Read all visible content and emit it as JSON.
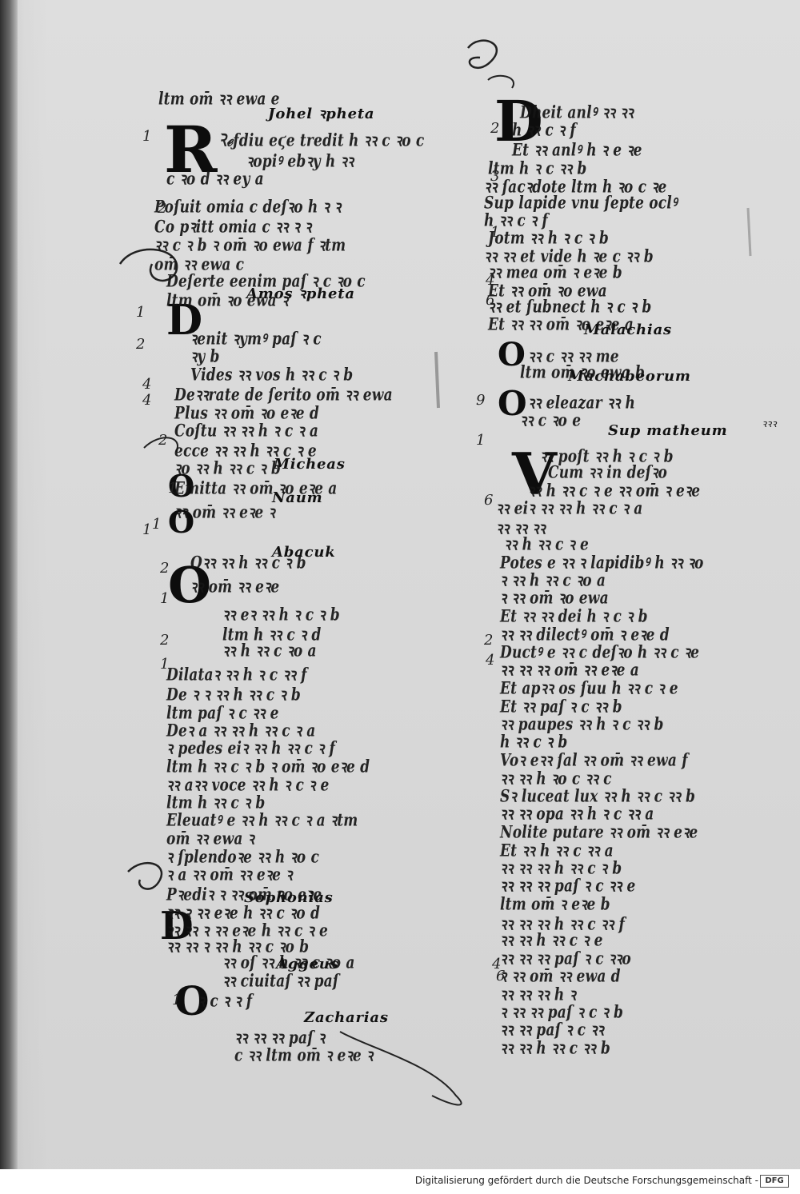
{
  "manuscript": {
    "left_column": {
      "lines": [
        "ltm om̄ ꝛꝛ ewa e",
        "Ꝛℯƒdiu eϛe tredit h ꝛꝛ c ꝛo c",
        "ꝛopiꝰ ebꝛy h ꝛꝛ",
        "c ꝛo d  ꝛꝛ ey a",
        "Poſuit omia c deſꝛo h ꝛ ꝛ",
        "Co pꝛitt omia c ꝛꝛ ꝛ ꝛ",
        "ꝛꝛ c ꝛ b ꝛ om̄ ꝛo ewa f ꝛtm",
        "om̄ ꝛꝛ ewa c",
        "Deſerte eenim paſ ꝛ c ꝛo c",
        "ltm om̄ ꝛo ewa ꝛ",
        "ꝛenit ꝛymꝰ paſ ꝛ c",
        "ꝛy b",
        "Vides ꝛꝛ vos h ꝛꝛ c ꝛ b",
        "Deꝛꝛrate de ſerito om̄ ꝛꝛ ewa",
        "Plus ꝛꝛ om̄ ꝛo eꝛe d",
        "Coſtu ꝛꝛ ꝛꝛ h ꝛ c ꝛ a",
        "ecce ꝛꝛ ꝛꝛ h ꝛꝛ c ꝛ e",
        "ꝛo ꝛꝛ h ꝛꝛ c ꝛ b",
        "Emitta ꝛꝛ om̄ ꝛo eꝛe a",
        "ꝛꝛ om̄ ꝛꝛ eꝛe ꝛ",
        "Oꝛꝛ ꝛꝛ h ꝛꝛ c ꝛ b",
        "ꝛꝛ om̄ ꝛꝛ eꝛe",
        "ꝛꝛ eꝛ ꝛꝛ h ꝛ c ꝛ b",
        "ltm h ꝛꝛ c ꝛ d",
        "ꝛꝛ h ꝛꝛ c ꝛo a",
        "Dilataꝛ ꝛꝛ h ꝛ c ꝛꝛ f",
        "De ꝛ ꝛ ꝛꝛ h ꝛꝛ c ꝛ b",
        "ltm paſ ꝛ c ꝛꝛ e",
        "Deꝛ a ꝛꝛ ꝛꝛ h ꝛꝛ c ꝛ a",
        "ꝛ pedes eiꝛ ꝛꝛ h ꝛꝛ c ꝛ f",
        "ltm h ꝛꝛ c ꝛ b ꝛ om̄ ꝛo eꝛe d",
        "ꝛꝛ aꝛꝛ voce ꝛꝛ h ꝛ c ꝛ e",
        "ltm h ꝛꝛ c ꝛ b",
        "Eleuatꝰ e ꝛꝛ h ꝛꝛ c ꝛ a ꝛtm",
        "om̄ ꝛꝛ ewa ꝛ",
        "ꝛ ſplendoꝛe ꝛꝛ h ꝛo c",
        "ꝛ a ꝛꝛ om̄ ꝛꝛ eꝛe ꝛ",
        "Pꝛediꝛ ꝛ ꝛꝛ om̄ ꝛo eꝛe",
        "ꝛꝛ ꝛ ꝛꝛ eꝛe h ꝛꝛ c ꝛo d",
        "ꝛꝛ ꝛꝛ ꝛ ꝛꝛ eꝛe h ꝛꝛ c ꝛ e",
        "ꝛꝛ ꝛꝛ ꝛ ꝛꝛ h ꝛꝛ c ꝛo b",
        "ꝛꝛ oſ ꝛꝛ h ꝛꝛ c ꝛo a",
        "ꝛꝛ ciuitaſ ꝛꝛ paſ",
        "ꝛ c ꝛ ꝛ f",
        "ꝛꝛ ꝛꝛ ꝛꝛ paſ ꝛ",
        "c ꝛꝛ ltm om̄ ꝛ eꝛe ꝛ"
      ],
      "headings": [
        "Johel ꝛpheta",
        "Amos ꝛpheta",
        "Micheas",
        "Naum",
        "Abacuk",
        "Sophonias",
        "Aggeus",
        "Zacharias"
      ],
      "margin_numbers": [
        "1",
        "2",
        "1",
        "2",
        "4",
        "4",
        "2",
        "1",
        "1",
        "1",
        "2",
        "1",
        "2",
        "1",
        "1"
      ]
    },
    "right_column": {
      "lines": [
        "Dheit anlꝰ ꝛꝛ ꝛꝛ",
        "h ꝛꝛ c ꝛ f",
        "Et ꝛꝛ anlꝰ h ꝛ e ꝛe",
        "ltm h ꝛ c ꝛꝛ b",
        "ꝛꝛ ſacꝛdote ltm h ꝛo c ꝛe",
        "Sup lapide vnu ſepte oclꝰ",
        "h ꝛꝛ c ꝛ f",
        "Jotm ꝛꝛ h ꝛ c ꝛ b",
        "ꝛꝛ ꝛꝛ et vide h ꝛe c ꝛꝛ b",
        "ꝛꝛ mea om̄ ꝛ eꝛe b",
        "Et ꝛꝛ om̄ ꝛo ewa",
        "ꝛꝛ et ſubnect h ꝛ c ꝛ b",
        "Et ꝛꝛ ꝛꝛ om̄ ꝛo eꝛe a",
        "ꝛꝛ c ꝛꝛ ꝛꝛ me",
        "ltm om̄ ꝛo ewa b",
        "ꝛꝛ eleazar ꝛꝛ h",
        "ꝛꝛ c ꝛo e",
        "ꝛꝛ poſt ꝛꝛ h ꝛ c ꝛ b",
        "Cum ꝛꝛ in deſꝛo",
        "ꝛꝛ h ꝛꝛ c ꝛ e ꝛꝛ om̄ ꝛ eꝛe",
        "ꝛꝛ eiꝛ ꝛꝛ ꝛꝛ h ꝛꝛ c ꝛ a",
        "ꝛꝛ ꝛꝛ ꝛꝛ",
        "ꝛꝛ h ꝛꝛ c ꝛ e",
        "Potes e ꝛꝛ ꝛ lapidibꝰ h ꝛꝛ ꝛo",
        "ꝛ ꝛꝛ h ꝛꝛ c ꝛo a",
        "ꝛ ꝛꝛ om̄ ꝛo ewa",
        "Et ꝛꝛ ꝛꝛ dei h ꝛ c ꝛ b",
        "ꝛꝛ ꝛꝛ dilectꝰ om̄ ꝛ eꝛe d",
        "Ductꝰ e ꝛꝛ c deſꝛo h ꝛꝛ c ꝛe",
        "ꝛꝛ ꝛꝛ ꝛꝛ om̄ ꝛꝛ eꝛe a",
        "Et apꝛꝛ os ſuu h ꝛꝛ c ꝛ e",
        "Et ꝛꝛ paſ ꝛ c ꝛꝛ b",
        "ꝛꝛ paupes ꝛꝛ h ꝛ c ꝛꝛ b",
        "h ꝛꝛ c ꝛ b",
        "Voꝛ eꝛꝛ ſal ꝛꝛ om̄ ꝛꝛ ewa f",
        "ꝛꝛ ꝛꝛ h ꝛo c ꝛꝛ c",
        "Sꝛ luceat lux ꝛꝛ h ꝛꝛ c ꝛꝛ b",
        "ꝛꝛ ꝛꝛ opa ꝛꝛ h ꝛ c ꝛꝛ a",
        "Nolite putare ꝛꝛ om̄ ꝛꝛ eꝛe",
        "Et ꝛꝛ h ꝛꝛ c ꝛꝛ a",
        "ꝛꝛ ꝛꝛ ꝛꝛ h ꝛꝛ c ꝛ b",
        "ꝛꝛ ꝛꝛ ꝛꝛ paſ ꝛ c ꝛꝛ e",
        "ltm om̄ ꝛ eꝛe b",
        "ꝛꝛ ꝛꝛ ꝛꝛ h ꝛꝛ c ꝛꝛ f",
        "ꝛꝛ ꝛꝛ h ꝛꝛ c ꝛ e",
        "ꝛꝛ ꝛꝛ ꝛꝛ paſ ꝛ c ꝛꝛo",
        "ꝛ ꝛꝛ om̄ ꝛꝛ ewa d",
        "ꝛꝛ ꝛꝛ ꝛꝛ h ꝛ",
        "ꝛ ꝛꝛ ꝛꝛ paſ ꝛ c ꝛ b",
        "ꝛꝛ ꝛꝛ paſ ꝛ c ꝛꝛ",
        "ꝛꝛ ꝛꝛ h ꝛꝛ c ꝛꝛ b"
      ],
      "headings": [
        "Malachias",
        "Machabeorum",
        "Sup matheum"
      ],
      "margin_numbers": [
        "2",
        "3",
        "1",
        "4",
        "6",
        "9",
        "1",
        "6",
        "2",
        "4",
        "4",
        "6"
      ],
      "side_note": "ꝛꝛꝛ"
    }
  },
  "footer": {
    "credit": "Digitalisierung gefördert durch die Deutsche Forschungsgemeinschaft -",
    "logo_text": "DFG"
  }
}
